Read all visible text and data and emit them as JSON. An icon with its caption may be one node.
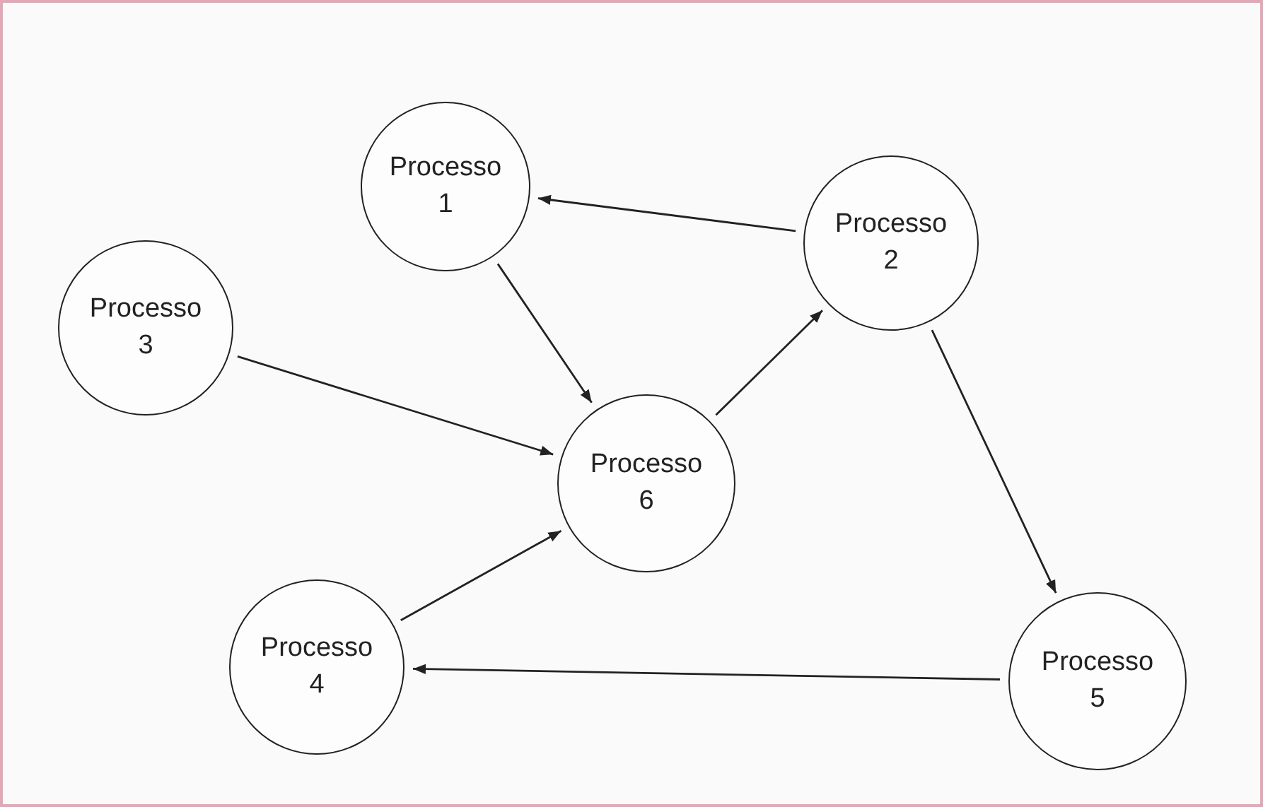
{
  "diagram": {
    "nodes": [
      {
        "text": [
          "Processo 1"
        ]
      },
      {
        "text": [
          "Processo 2"
        ]
      },
      {
        "text": [
          "Processo 3"
        ]
      },
      {
        "text": [
          "Processo 6"
        ]
      },
      {
        "text": [
          "Processo 4"
        ]
      },
      {
        "text": [
          "Processo 5"
        ]
      }
    ],
    "edges": [
      {
        "from": 1,
        "to": 0,
        "arrow": "to"
      },
      {
        "from": 0,
        "to": 3,
        "arrow": "to"
      },
      {
        "from": 2,
        "to": 3,
        "arrow": "to"
      },
      {
        "from": 3,
        "to": 1,
        "arrow": "to"
      },
      {
        "from": 1,
        "to": 5,
        "arrow": "to"
      },
      {
        "from": 5,
        "to": 4,
        "arrow": "to"
      },
      {
        "from": 4,
        "to": 3,
        "arrow": "to"
      }
    ]
  }
}
